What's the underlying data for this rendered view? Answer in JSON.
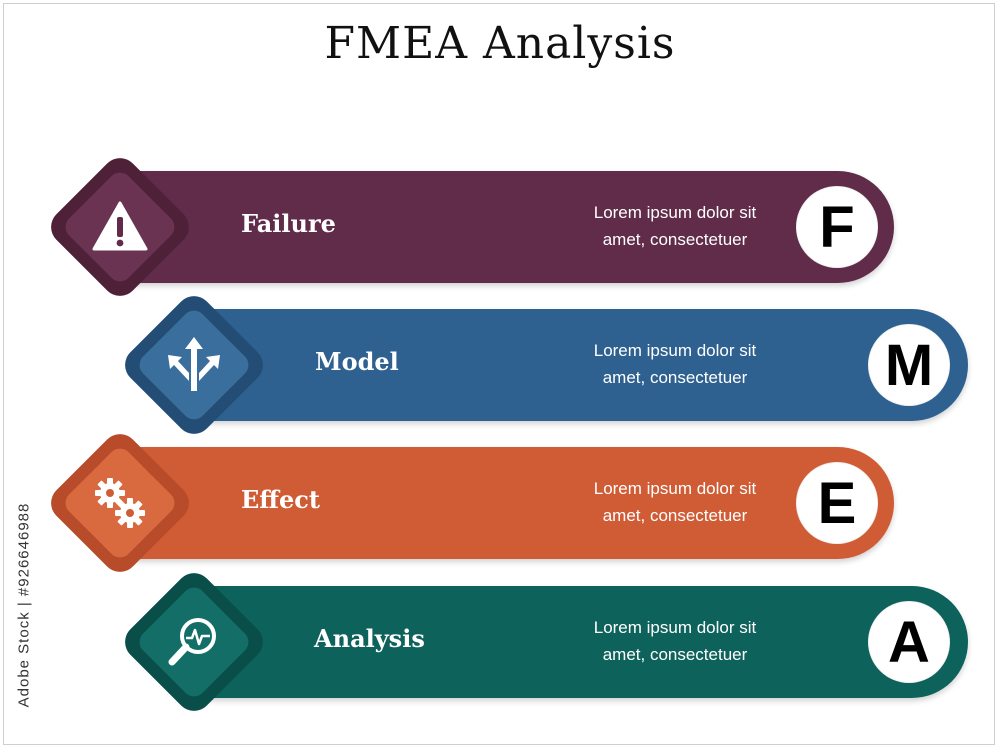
{
  "title": "FMEA Analysis",
  "stock_id": "Adobe Stock | #926646988",
  "colors": {
    "failure": "#602c49",
    "model": "#2e6190",
    "effect": "#d05c36",
    "analysis": "#0e625c"
  },
  "rows": [
    {
      "label": "Failure",
      "letter": "F",
      "desc_line1": "Lorem ipsum dolor sit",
      "desc_line2": "amet, consectetuer",
      "icon": "warning-icon"
    },
    {
      "label": "Model",
      "letter": "M",
      "desc_line1": "Lorem ipsum dolor sit",
      "desc_line2": "amet, consectetuer",
      "icon": "split-arrows-icon"
    },
    {
      "label": "Effect",
      "letter": "E",
      "desc_line1": "Lorem ipsum dolor sit",
      "desc_line2": "amet, consectetuer",
      "icon": "gears-icon"
    },
    {
      "label": "Analysis",
      "letter": "A",
      "desc_line1": "Lorem ipsum dolor sit",
      "desc_line2": "amet, consectetuer",
      "icon": "magnifier-pulse-icon"
    }
  ]
}
